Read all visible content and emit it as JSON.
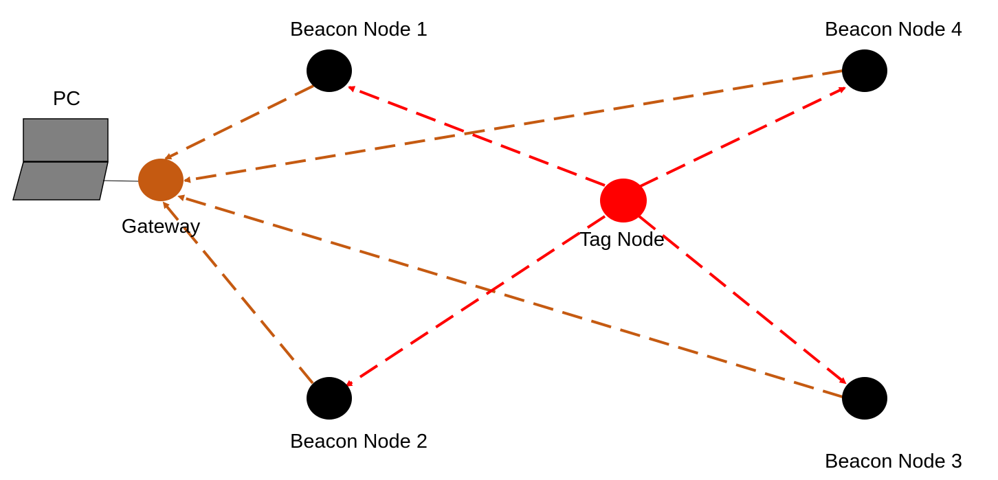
{
  "labels": {
    "pc": "PC",
    "gateway": "Gateway",
    "tag_node": "Tag Node",
    "beacon_1": "Beacon Node 1",
    "beacon_2": "Beacon Node 2",
    "beacon_3": "Beacon Node 3",
    "beacon_4": "Beacon Node 4"
  },
  "colors": {
    "beacon": "#000000",
    "gateway": "#C55A11",
    "tag": "#FF0000",
    "tag_link": "#FF0000",
    "gateway_link": "#C55A11",
    "laptop_fill": "#808080",
    "laptop_stroke": "#000000"
  }
}
